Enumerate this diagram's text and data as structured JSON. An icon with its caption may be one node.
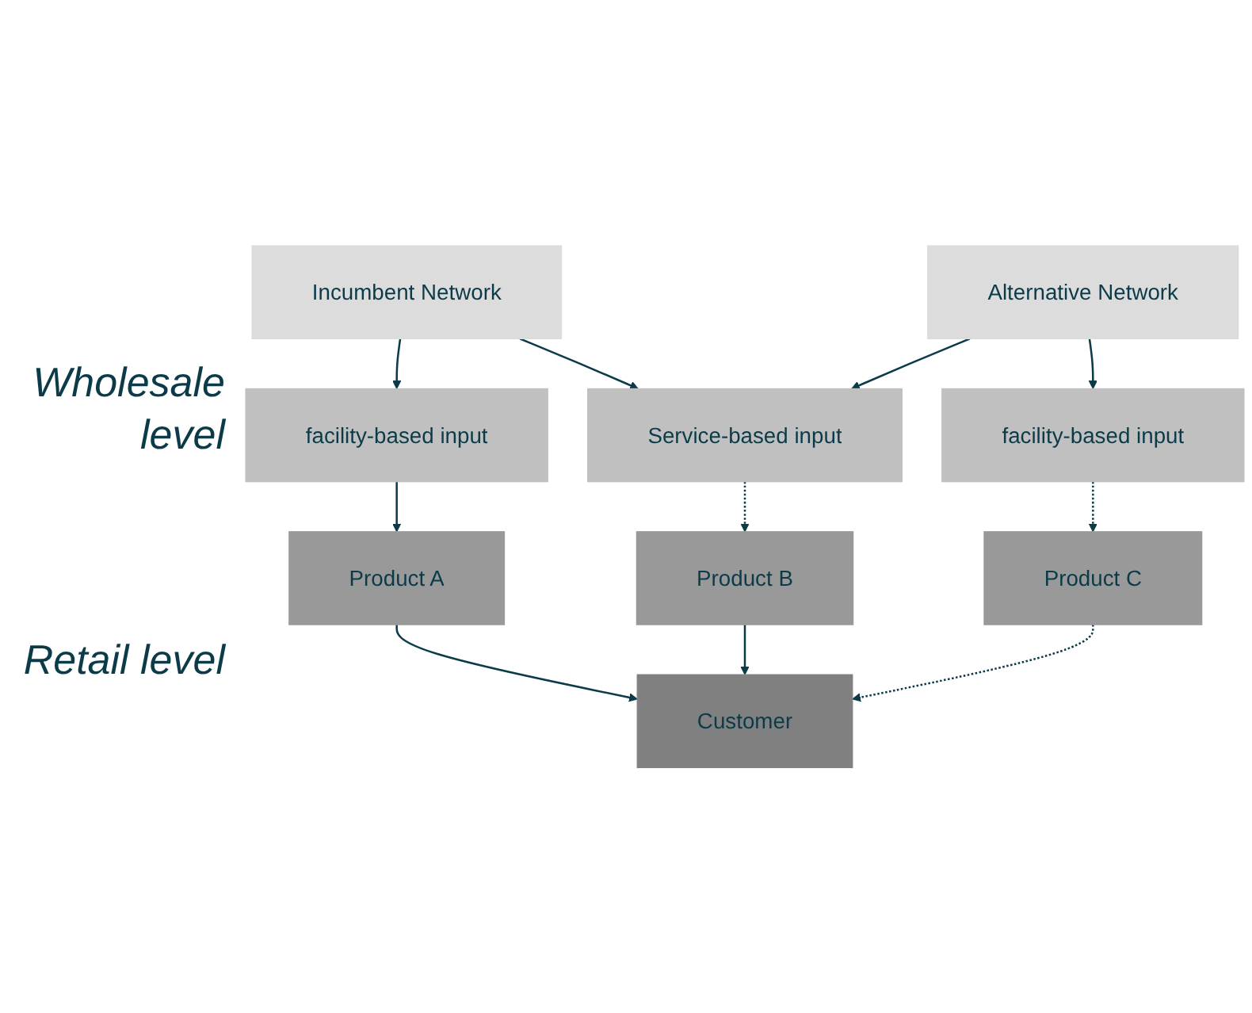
{
  "diagram": {
    "nodes": [
      {
        "text": [
          "Incumbent Network"
        ]
      },
      {
        "text": [
          "Alternative Network"
        ]
      },
      {
        "text": [
          "facility-based input"
        ]
      },
      {
        "text": [
          "Service-based input"
        ]
      },
      {
        "text": [
          "facility-based input"
        ]
      },
      {
        "text": [
          "Product A"
        ]
      },
      {
        "text": [
          "Product B"
        ]
      },
      {
        "text": [
          "Product C"
        ]
      },
      {
        "text": [
          "Customer"
        ]
      }
    ],
    "edges": [
      {
        "from": 0,
        "to": 2,
        "arrow": "to"
      },
      {
        "from": 0,
        "to": 3,
        "arrow": "to"
      },
      {
        "from": 1,
        "to": 3,
        "arrow": "to"
      },
      {
        "from": 1,
        "to": 4,
        "arrow": "to"
      },
      {
        "from": 2,
        "to": 5,
        "arrow": "to"
      },
      {
        "from": 3,
        "to": 6,
        "arrow": "to",
        "style": "dashed"
      },
      {
        "from": 4,
        "to": 7,
        "arrow": "to",
        "style": "dashed"
      },
      {
        "from": 5,
        "to": 8,
        "arrow": "to"
      },
      {
        "from": 6,
        "to": 8,
        "arrow": "to"
      },
      {
        "from": 7,
        "to": 8,
        "arrow": "to",
        "style": "dashed"
      }
    ],
    "labels": [
      "Wholesale level",
      "Retail level"
    ]
  }
}
